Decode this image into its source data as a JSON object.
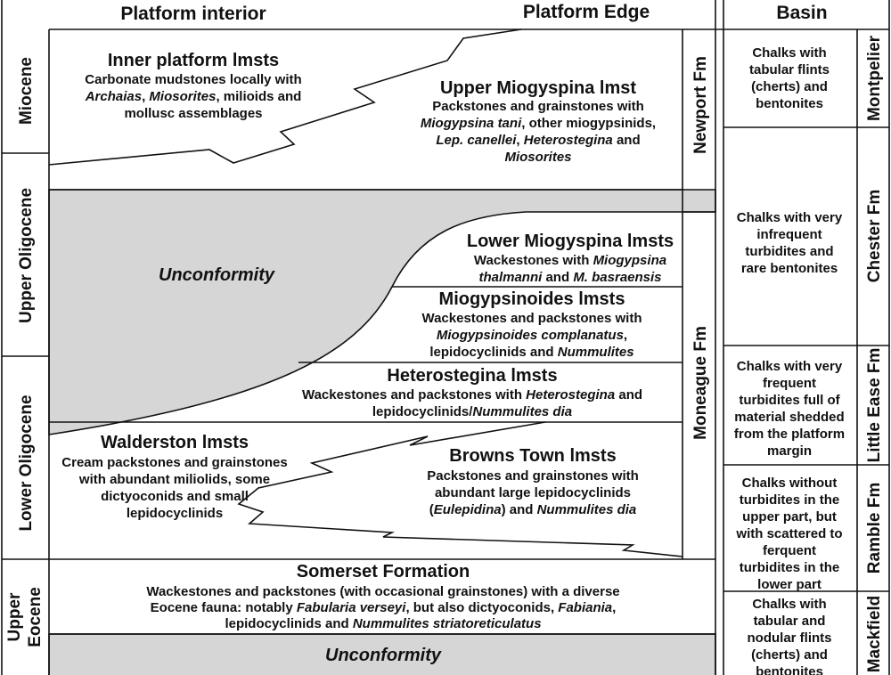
{
  "headers": {
    "platform_interior": "Platform interior",
    "platform_edge": "Platform Edge",
    "basin": "Basin"
  },
  "epochs": [
    "Miocene",
    "Upper Oligocene",
    "Lower Oligocene",
    "Upper",
    "Eocene"
  ],
  "formations": {
    "newport": "Newport Fm",
    "moneague": "Moneague Fm"
  },
  "basin_formations": [
    "Montpelier",
    "Chester Fm",
    "Little Ease Fm",
    "Ramble Fm",
    "Mackfield"
  ],
  "units": {
    "inner_platform": {
      "title": "Inner platform lmsts",
      "lines": [
        [
          {
            "t": "Carbonate mudstones locally with"
          }
        ],
        [
          {
            "t": "Archaias",
            "i": true
          },
          {
            "t": ", "
          },
          {
            "t": "Miosorites",
            "i": true
          },
          {
            "t": ", milioids and"
          }
        ],
        [
          {
            "t": "mollusc assemblages"
          }
        ]
      ]
    },
    "upper_miogypsina": {
      "title": "Upper Miogyspina lmst",
      "lines": [
        [
          {
            "t": "Packstones and grainstones with"
          }
        ],
        [
          {
            "t": "Miogypsina tani",
            "i": true
          },
          {
            "t": ", other miogypsinids,"
          }
        ],
        [
          {
            "t": "Lep. canellei",
            "i": true
          },
          {
            "t": ", "
          },
          {
            "t": "Heterostegina",
            "i": true
          },
          {
            "t": " and"
          }
        ],
        [
          {
            "t": "Miosorites",
            "i": true
          }
        ]
      ]
    },
    "lower_miogypsina": {
      "title": "Lower Miogyspina lmsts",
      "lines": [
        [
          {
            "t": "Wackestones with "
          },
          {
            "t": "Miogypsina",
            "i": true
          }
        ],
        [
          {
            "t": "thalmanni",
            "i": true
          },
          {
            "t": " and "
          },
          {
            "t": "M. basraensis",
            "i": true
          }
        ]
      ]
    },
    "miogypsinoides": {
      "title": "Miogypsinoides lmsts",
      "lines": [
        [
          {
            "t": "Wackestones and packstones with"
          }
        ],
        [
          {
            "t": "Miogypsinoides complanatus",
            "i": true
          },
          {
            "t": ","
          }
        ],
        [
          {
            "t": "lepidocyclinids and "
          },
          {
            "t": "Nummulites",
            "i": true
          }
        ]
      ]
    },
    "heterostegina": {
      "title": "Heterostegina lmsts",
      "lines": [
        [
          {
            "t": "Wackestones and packstones with "
          },
          {
            "t": "Heterostegina",
            "i": true
          },
          {
            "t": " and"
          }
        ],
        [
          {
            "t": "lepidocyclinids/"
          },
          {
            "t": "Nummulites dia",
            "i": true
          }
        ]
      ]
    },
    "walderston": {
      "title": "Walderston lmsts",
      "lines": [
        [
          {
            "t": "Cream packstones and grainstones"
          }
        ],
        [
          {
            "t": "with abundant miliolids, some"
          }
        ],
        [
          {
            "t": "dictyoconids and small"
          }
        ],
        [
          {
            "t": "lepidocyclinids"
          }
        ]
      ]
    },
    "browns_town": {
      "title": "Browns Town lmsts",
      "lines": [
        [
          {
            "t": "Packstones and grainstones with"
          }
        ],
        [
          {
            "t": "abundant large lepidocyclinids"
          }
        ],
        [
          {
            "t": "("
          },
          {
            "t": "Eulepidina",
            "i": true
          },
          {
            "t": ") and "
          },
          {
            "t": "Nummulites dia",
            "i": true
          }
        ]
      ]
    },
    "somerset": {
      "title": "Somerset Formation",
      "lines": [
        [
          {
            "t": "Wackestones and packstones (with occasional grainstones) with a diverse"
          }
        ],
        [
          {
            "t": "Eocene fauna: notably "
          },
          {
            "t": "Fabularia verseyi",
            "i": true
          },
          {
            "t": ", but also dictyoconids, "
          },
          {
            "t": "Fabiania",
            "i": true
          },
          {
            "t": ","
          }
        ],
        [
          {
            "t": "lepidocyclinids and "
          },
          {
            "t": "Nummulites striatoreticulatus",
            "i": true
          }
        ]
      ]
    }
  },
  "unconformities": [
    "Unconformity",
    "Unconformity"
  ],
  "basin_units": [
    [
      "Chalks with",
      "tabular flints",
      "(cherts) and",
      "bentonites"
    ],
    [
      "Chalks with very",
      "infrequent",
      "turbidites and",
      "rare bentonites"
    ],
    [
      "Chalks with very",
      "frequent",
      "turbidites full of",
      "material shedded",
      "from the platform",
      "margin"
    ],
    [
      "Chalks without",
      "turbidites in the",
      "upper part, but",
      "with scattered to",
      "ferquent",
      "turbidites in the",
      "lower part"
    ],
    [
      "Chalks with",
      "tabular and",
      "nodular flints",
      "(cherts) and",
      "bentonites"
    ]
  ]
}
